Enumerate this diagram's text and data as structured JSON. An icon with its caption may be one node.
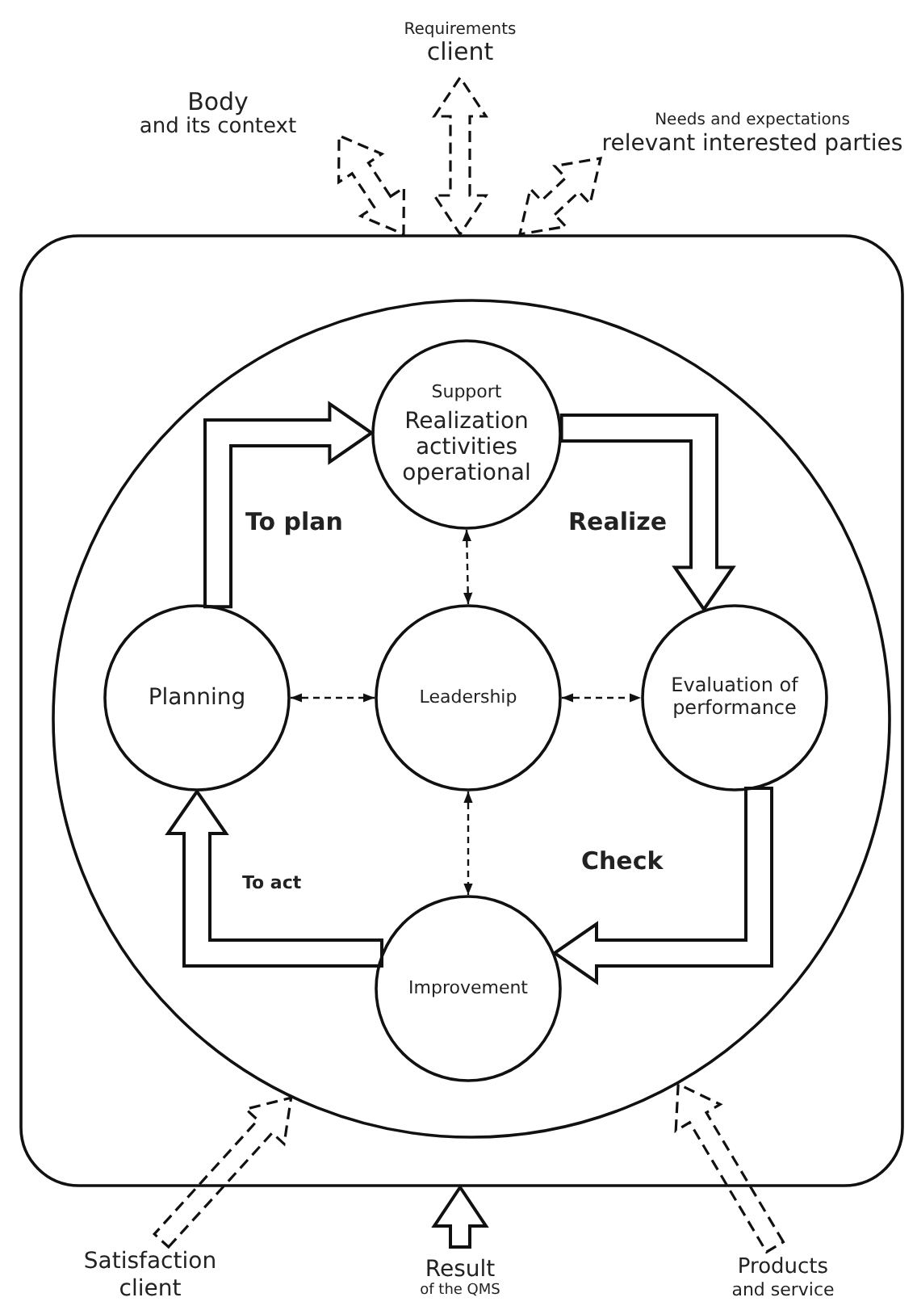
{
  "diagram": {
    "nodes": [
      {
        "text": [
          "Requirements",
          "client"
        ]
      },
      {
        "text": [
          "Body",
          "and its context"
        ]
      },
      {
        "text": [
          "Needs and expectations",
          "relevant interested parties"
        ]
      },
      {
        "text": [],
        "shape": "box"
      },
      {
        "text": [],
        "shape": "circle",
        "in": 3
      },
      {
        "text": [
          "Support",
          "Realization activities operational"
        ],
        "in": 4
      },
      {
        "text": [
          "Planning"
        ],
        "in": 4
      },
      {
        "text": [
          "Leadership"
        ],
        "in": 4
      },
      {
        "text": [
          "Evaluation of performance"
        ],
        "in": 4
      },
      {
        "text": [
          "Improvement"
        ],
        "in": 4
      },
      {
        "text": [
          "Satisfaction client"
        ]
      },
      {
        "text": [
          "Result",
          "of the QMS"
        ]
      },
      {
        "text": [
          "Products",
          "and service"
        ]
      }
    ],
    "edges": [
      {
        "from": 3,
        "to": 0,
        "arrow": "both",
        "style": "dashed"
      },
      {
        "from": 3,
        "to": 1,
        "arrow": "both",
        "style": "dashed"
      },
      {
        "from": 3,
        "to": 2,
        "arrow": "both",
        "style": "dashed"
      },
      {
        "from": 6,
        "to": 5,
        "arrow": "to",
        "label": "To plan",
        "style": "thick"
      },
      {
        "from": 5,
        "to": 8,
        "arrow": "to",
        "label": "Realize",
        "style": "thick"
      },
      {
        "from": 8,
        "to": 9,
        "arrow": "to",
        "label": "Check",
        "style": "thick"
      },
      {
        "from": 9,
        "to": 6,
        "arrow": "to",
        "label": "To act",
        "style": "thick"
      },
      {
        "from": 5,
        "to": 7,
        "arrow": "both",
        "style": "dashed"
      },
      {
        "from": 6,
        "to": 7,
        "arrow": "both",
        "style": "dashed"
      },
      {
        "from": 7,
        "to": 8,
        "arrow": "both",
        "style": "dashed"
      },
      {
        "from": 7,
        "to": 9,
        "arrow": "both",
        "style": "dashed"
      },
      {
        "from": 10,
        "to": 4,
        "arrow": "to",
        "style": "dashed"
      },
      {
        "from": 11,
        "to": 3,
        "arrow": "to",
        "style": "thick"
      },
      {
        "from": 12,
        "to": 4,
        "arrow": "to",
        "style": "dashed"
      }
    ]
  }
}
